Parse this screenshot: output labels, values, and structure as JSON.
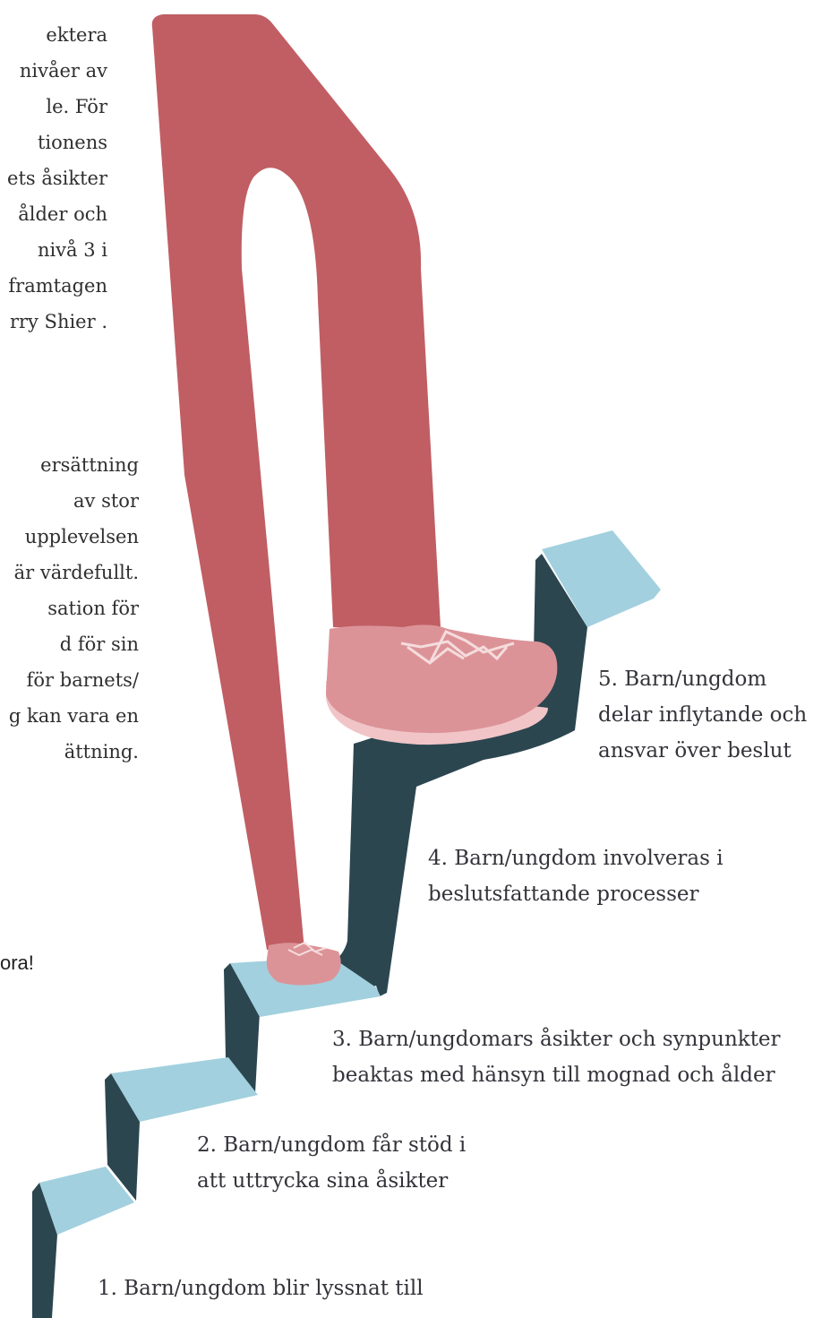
{
  "left_text": {
    "paragraph1_lines": [
      "ektera",
      "nivåer av",
      "le. För",
      "tionens",
      "ets åsikter",
      "ålder och",
      "nivå 3 i",
      "framtagen",
      "rry Shier ."
    ],
    "paragraph2_lines": [
      "ersättning",
      "av stor",
      "upplevelsen",
      "är värdefullt.",
      "sation för",
      "d för sin",
      "för barnets/",
      "g kan vara en",
      "ättning."
    ],
    "heading_fragment": "ora!"
  },
  "steps": {
    "level5": [
      "5. Barn/ungdom",
      "delar inflytande och",
      "ansvar över beslut"
    ],
    "level4": [
      "4. Barn/ungdom involveras i",
      "beslutsfattande processer"
    ],
    "level3": [
      "3. Barn/ungdomars åsikter och synpunkter",
      "beaktas med hänsyn till mognad och ålder"
    ],
    "level2": [
      "2. Barn/ungdom får stöd i",
      "att uttrycka sina åsikter"
    ],
    "level1": [
      "1. Barn/ungdom blir lyssnat till"
    ]
  },
  "colors": {
    "leg": "#c05e64",
    "shoe": "#dc9398",
    "shoe_highlight": "#f1c5c7",
    "stair_top": "#a2d0de",
    "stair_side": "#2c4650",
    "text": "#2f2f2f"
  }
}
